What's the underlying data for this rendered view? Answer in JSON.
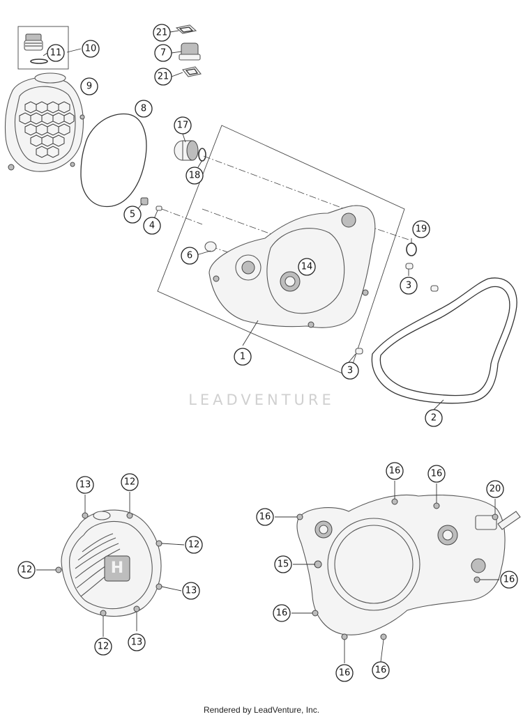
{
  "diagram": {
    "watermark": "LEADVENTURE",
    "footer": "Rendered by LeadVenture, Inc.",
    "callouts": [
      "10",
      "11",
      "21",
      "7",
      "21",
      "9",
      "8",
      "17",
      "18",
      "5",
      "4",
      "19",
      "6",
      "14",
      "3",
      "3",
      "1",
      "2",
      "13",
      "12",
      "12",
      "12",
      "13",
      "12",
      "13",
      "16",
      "16",
      "20",
      "16",
      "15",
      "16",
      "16",
      "16",
      "16"
    ]
  }
}
